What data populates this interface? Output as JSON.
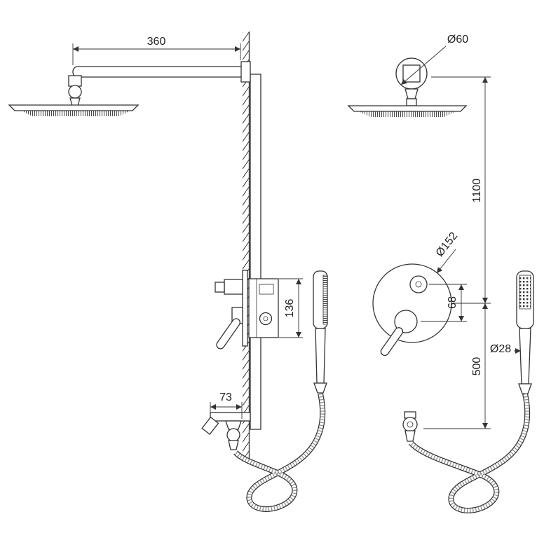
{
  "colors": {
    "line": "#333333",
    "background": "#ffffff"
  },
  "drawing": {
    "labels": {
      "arm_length": "360",
      "flange_diameter": "Ø60",
      "upper_height": "1100",
      "plate_diameter": "Ø152",
      "knob_to_handle": "68",
      "valve_height": "136",
      "spout_projection": "73",
      "lower_height": "500",
      "wand_diameter": "Ø28"
    }
  }
}
